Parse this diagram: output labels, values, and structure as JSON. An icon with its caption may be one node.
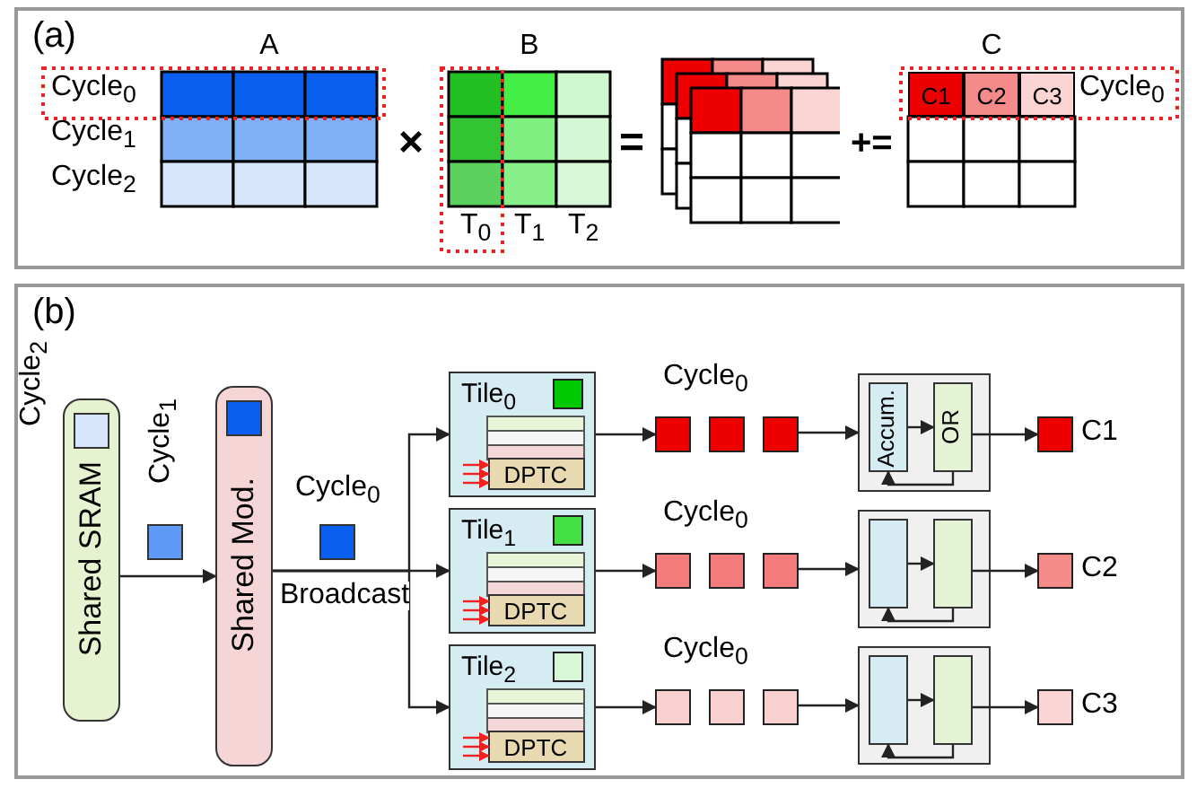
{
  "diagram": {
    "nodes": [
      {
        "text": [
          "(a)"
        ]
      },
      {
        "text": [
          "A"
        ],
        "in": 0,
        "beside": [
          "Cycle$_{0}$",
          "Cycle$_{1}$",
          "Cycle$_{2}$"
        ]
      },
      {
        "text": [
          "B"
        ],
        "in": 0,
        "beside": [
          "T$_{0}$",
          "T$_{1}$",
          "T$_{2}$"
        ]
      },
      {
        "text": [],
        "shape": "box",
        "in": 0
      },
      {
        "text": [
          "C"
        ],
        "in": 0,
        "beside": [
          "Cycle$_{0}$"
        ]
      },
      {
        "text": [
          "C1"
        ],
        "in": 4
      },
      {
        "text": [
          "C2"
        ],
        "in": 4
      },
      {
        "text": [
          "C3"
        ],
        "in": 4
      },
      {
        "text": [
          "(b)"
        ]
      },
      {
        "text": [
          "Shared SRAM"
        ],
        "in": 8,
        "beside": [
          "Cycle$_{2}$"
        ]
      },
      {
        "text": [],
        "shape": "box",
        "in": 9
      },
      {
        "text": [],
        "shape": "box",
        "in": 8,
        "beside": [
          "Cycle$_{1}$"
        ]
      },
      {
        "text": [
          "Shared Mod."
        ],
        "in": 8
      },
      {
        "text": [],
        "shape": "box",
        "in": 12
      },
      {
        "text": [],
        "shape": "box",
        "in": 8,
        "beside": [
          "Cycle$_{0}$"
        ]
      },
      {
        "text": [
          "Tile$_{0}$"
        ],
        "in": 8
      },
      {
        "text": [],
        "shape": "box",
        "in": 15
      },
      {
        "text": [
          "DPTC"
        ],
        "in": 15
      },
      {
        "text": [],
        "shape": "box",
        "in": 8
      },
      {
        "text": [],
        "shape": "box",
        "in": 8,
        "beside": [
          "Cycle$_{0}$"
        ]
      },
      {
        "text": [],
        "shape": "box",
        "in": 8
      },
      {
        "text": [],
        "shape": "box",
        "in": 8
      },
      {
        "text": [
          "Accum."
        ],
        "in": 21
      },
      {
        "text": [
          "OR"
        ],
        "in": 21
      },
      {
        "text": [],
        "shape": "box",
        "in": 8,
        "beside": [
          "C1"
        ]
      },
      {
        "text": [
          "Tile$_{1}$"
        ],
        "in": 8
      },
      {
        "text": [],
        "shape": "box",
        "in": 25
      },
      {
        "text": [
          "DPTC"
        ],
        "in": 25
      },
      {
        "text": [],
        "shape": "box",
        "in": 8
      },
      {
        "text": [],
        "shape": "box",
        "in": 8,
        "beside": [
          "Cycle$_{0}$"
        ]
      },
      {
        "text": [],
        "shape": "box",
        "in": 8
      },
      {
        "text": [],
        "shape": "box",
        "in": 8
      },
      {
        "text": [],
        "shape": "box",
        "in": 31
      },
      {
        "text": [],
        "shape": "box",
        "in": 31
      },
      {
        "text": [],
        "shape": "box",
        "in": 8,
        "beside": [
          "C2"
        ]
      },
      {
        "text": [
          "Tile$_{2}$"
        ],
        "in": 8
      },
      {
        "text": [],
        "shape": "box",
        "in": 35
      },
      {
        "text": [
          "DPTC"
        ],
        "in": 35
      },
      {
        "text": [],
        "shape": "box",
        "in": 8
      },
      {
        "text": [],
        "shape": "box",
        "in": 8,
        "beside": [
          "Cycle$_{0}$"
        ]
      },
      {
        "text": [],
        "shape": "box",
        "in": 8
      },
      {
        "text": [],
        "shape": "box",
        "in": 8
      },
      {
        "text": [],
        "shape": "box",
        "in": 41
      },
      {
        "text": [],
        "shape": "box",
        "in": 41
      },
      {
        "text": [],
        "shape": "box",
        "in": 8,
        "beside": [
          "C3"
        ]
      }
    ],
    "edges": [
      {
        "from": 9,
        "to": 12,
        "arrow": "to"
      },
      {
        "from": 12,
        "to": 15,
        "arrow": "to"
      },
      {
        "from": 12,
        "to": 25,
        "arrow": "to",
        "label": "Broadcast"
      },
      {
        "from": 12,
        "to": 35,
        "arrow": "to"
      },
      {
        "from": 15,
        "to": 18,
        "arrow": "to"
      },
      {
        "from": 20,
        "to": 21,
        "arrow": "to"
      },
      {
        "from": 22,
        "to": 23,
        "arrow": "to"
      },
      {
        "from": 23,
        "to": 22,
        "arrow": "to"
      },
      {
        "from": 23,
        "to": 24,
        "arrow": "to"
      },
      {
        "from": 25,
        "to": 28,
        "arrow": "to"
      },
      {
        "from": 30,
        "to": 31,
        "arrow": "to"
      },
      {
        "from": 32,
        "to": 33,
        "arrow": "to"
      },
      {
        "from": 33,
        "to": 32,
        "arrow": "to"
      },
      {
        "from": 33,
        "to": 34,
        "arrow": "to"
      },
      {
        "from": 35,
        "to": 38,
        "arrow": "to"
      },
      {
        "from": 40,
        "to": 41,
        "arrow": "to"
      },
      {
        "from": 42,
        "to": 43,
        "arrow": "to"
      },
      {
        "from": 43,
        "to": 42,
        "arrow": "to"
      },
      {
        "from": 43,
        "to": 44,
        "arrow": "to"
      },
      {
        "from": null,
        "to": 17,
        "arrow": "to",
        "color": "#ee2222"
      },
      {
        "from": null,
        "to": 17,
        "arrow": "to",
        "color": "#ee2222"
      },
      {
        "from": null,
        "to": 17,
        "arrow": "to",
        "color": "#ee2222"
      },
      {
        "from": null,
        "to": 27,
        "arrow": "to",
        "color": "#ee2222"
      },
      {
        "from": null,
        "to": 27,
        "arrow": "to",
        "color": "#ee2222"
      },
      {
        "from": null,
        "to": 27,
        "arrow": "to",
        "color": "#ee2222"
      },
      {
        "from": null,
        "to": 37,
        "arrow": "to",
        "color": "#ee2222"
      },
      {
        "from": null,
        "to": 37,
        "arrow": "to",
        "color": "#ee2222"
      },
      {
        "from": null,
        "to": 37,
        "arrow": "to",
        "color": "#ee2222"
      }
    ],
    "labels": [
      "×",
      "=",
      "+="
    ]
  }
}
